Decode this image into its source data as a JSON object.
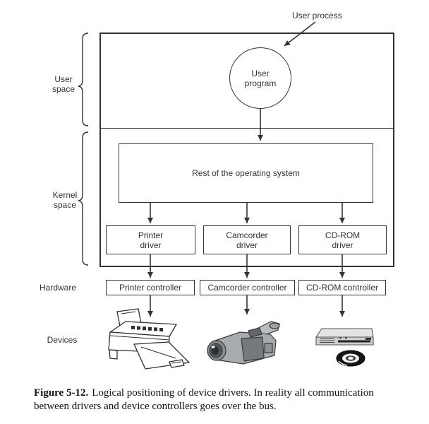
{
  "diagram": {
    "user_process_label": "User process",
    "user_program_label": "User\nprogram",
    "os_box_label": "Rest of the operating system",
    "drivers": [
      {
        "label": "Printer\ndriver"
      },
      {
        "label": "Camcorder\ndriver"
      },
      {
        "label": "CD-ROM\ndriver"
      }
    ],
    "controllers": [
      {
        "label": "Printer controller"
      },
      {
        "label": "Camcorder controller"
      },
      {
        "label": "CD-ROM controller"
      }
    ],
    "side_labels": {
      "user_space": "User\nspace",
      "kernel_space": "Kernel\nspace",
      "hardware": "Hardware",
      "devices": "Devices"
    },
    "device_illustrations": [
      "printer",
      "camcorder",
      "cd-rom-drive-with-disc"
    ]
  },
  "caption": {
    "figure_label": "Figure 5-12.",
    "line1": "Logical positioning of device drivers.  In reality all communication",
    "line2": "between drivers and device controllers goes over the bus."
  },
  "colors": {
    "line": "#333333",
    "background": "#ffffff"
  }
}
